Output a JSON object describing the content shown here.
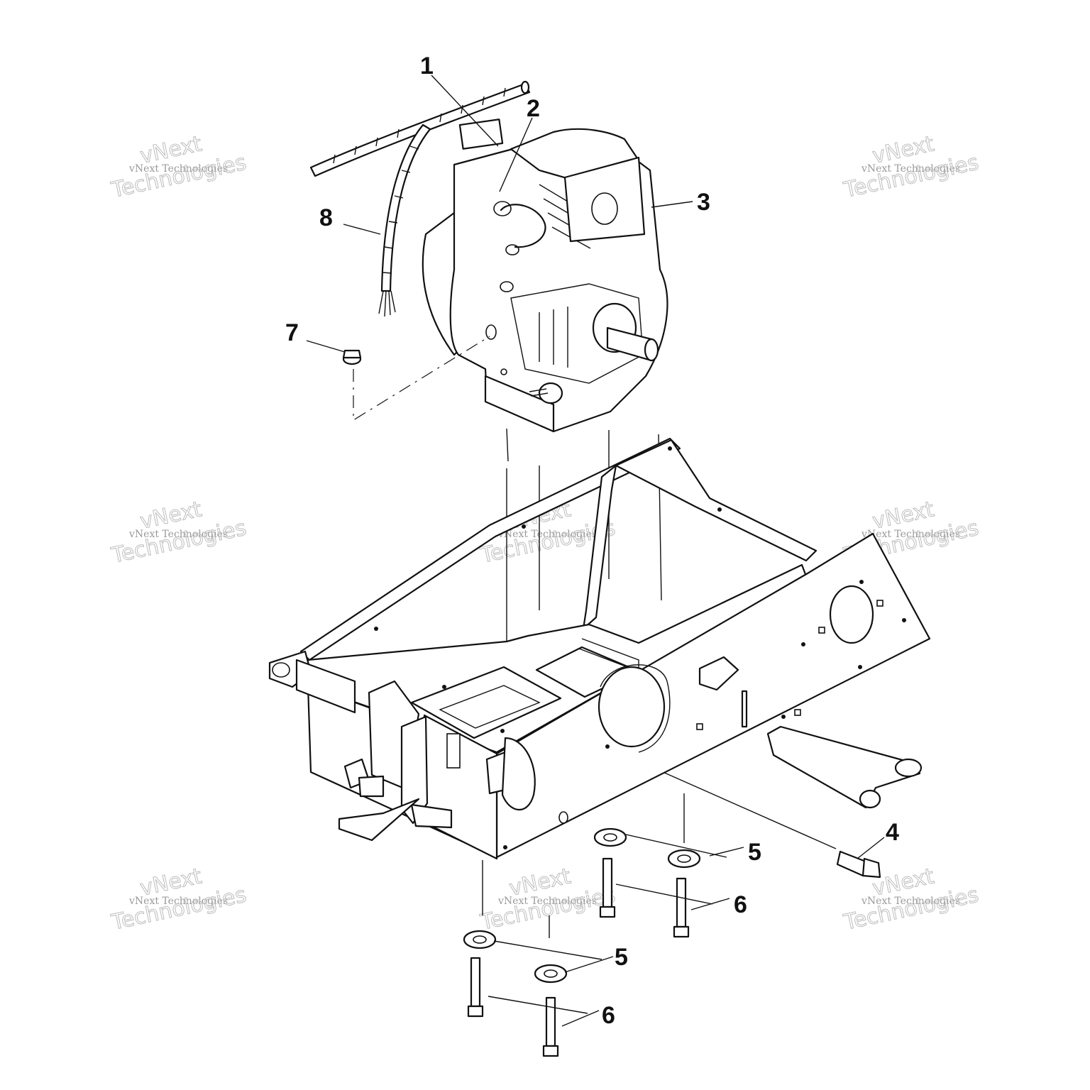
{
  "watermark": {
    "brand_line": "vNext Technologies",
    "word_1": "vNext",
    "word_2": "Technologies"
  },
  "callouts": {
    "c1": "1",
    "c2": "2",
    "c3": "3",
    "c4": "4",
    "c5a": "5",
    "c5b": "5",
    "c6a": "6",
    "c6b": "6",
    "c7": "7",
    "c8": "8"
  },
  "parts": [
    {
      "ref": "1",
      "icon": "decal-label-icon"
    },
    {
      "ref": "2",
      "icon": "wire-loop-icon"
    },
    {
      "ref": "3",
      "icon": "engine-icon"
    },
    {
      "ref": "4",
      "icon": "hex-bolt-icon"
    },
    {
      "ref": "5",
      "icon": "washer-icon"
    },
    {
      "ref": "6",
      "icon": "bolt-icon"
    },
    {
      "ref": "7",
      "icon": "flange-nut-icon"
    },
    {
      "ref": "8",
      "icon": "wire-harness-icon"
    }
  ]
}
